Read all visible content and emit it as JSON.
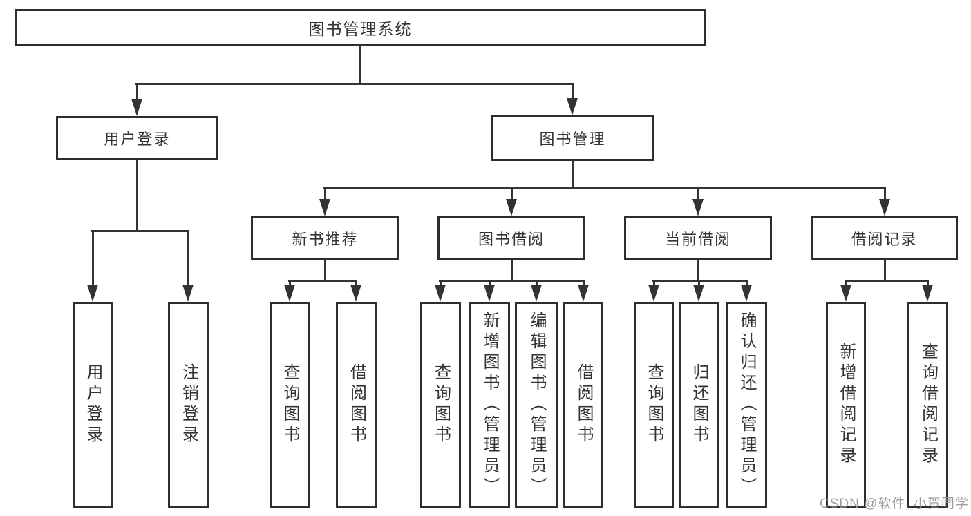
{
  "diagram": {
    "root": {
      "label": "图书管理系统"
    },
    "branches": [
      {
        "label": "用户登录",
        "children": [
          {
            "label": "用户登录"
          },
          {
            "label": "注销登录"
          }
        ]
      },
      {
        "label": "图书管理",
        "children": [
          {
            "label": "新书推荐",
            "children": [
              {
                "label": "查询图书"
              },
              {
                "label": "借阅图书"
              }
            ]
          },
          {
            "label": "图书借阅",
            "children": [
              {
                "label": "查询图书"
              },
              {
                "label": "新增图书（管理员）"
              },
              {
                "label": "编辑图书（管理员）"
              },
              {
                "label": "借阅图书"
              }
            ]
          },
          {
            "label": "当前借阅",
            "children": [
              {
                "label": "查询图书"
              },
              {
                "label": "归还图书"
              },
              {
                "label": "确认归还（管理员）"
              }
            ]
          },
          {
            "label": "借阅记录",
            "children": [
              {
                "label": "新增借阅记录"
              },
              {
                "label": "查询借阅记录"
              }
            ]
          }
        ]
      }
    ]
  },
  "watermark": {
    "text": "CSDN @软件_小贺同学"
  },
  "colors": {
    "line": "#333333",
    "box_border": "#2d2d2d",
    "box_fill": "#ffffff",
    "text": "#333333",
    "watermark": "#8f8f8f",
    "background": "#ffffff"
  }
}
